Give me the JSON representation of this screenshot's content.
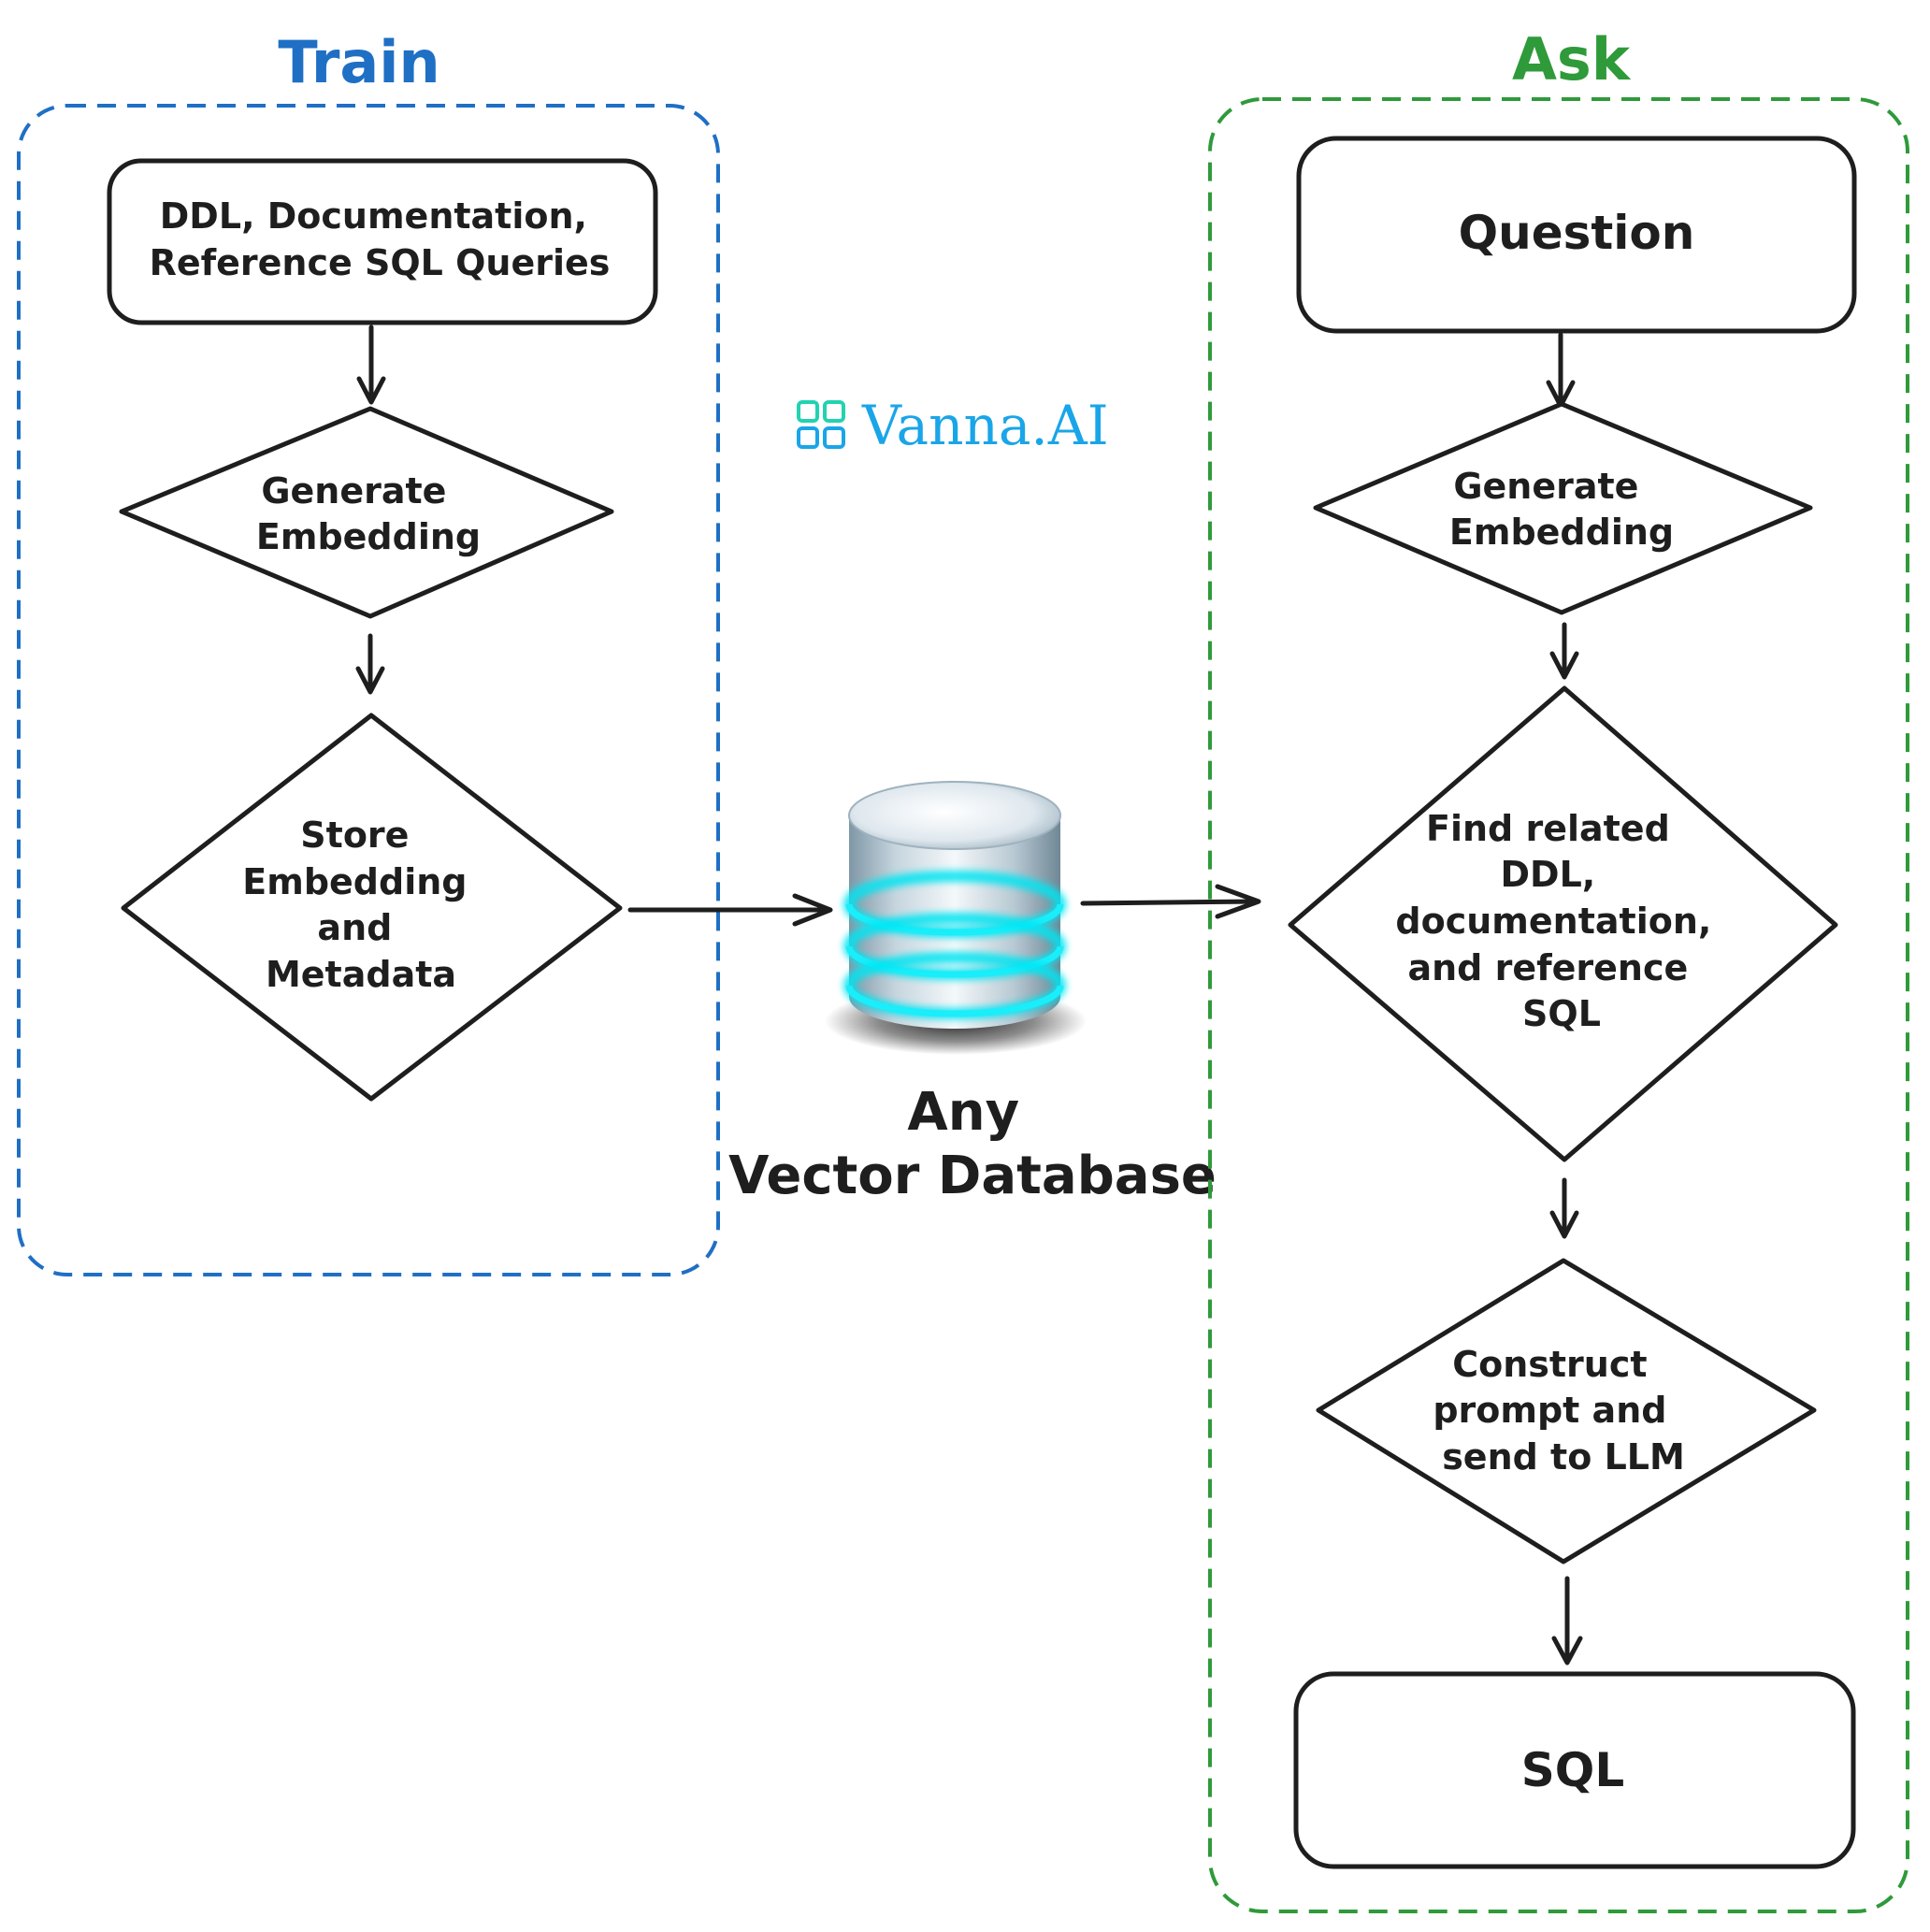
{
  "colors": {
    "train": "#1f6fc5",
    "ask": "#2f9a3a",
    "stroke": "#1e1e1e",
    "logo_teal": "#22d3b0",
    "logo_blue": "#1aa5e8"
  },
  "train": {
    "title": "Train",
    "input": [
      "DDL, Documentation,",
      "Reference SQL Queries"
    ],
    "embed": [
      "Generate",
      "Embedding"
    ],
    "store": [
      "Store",
      "Embedding",
      "and",
      "Metadata"
    ]
  },
  "center": {
    "logo_text": "Vanna.AI",
    "logo_icon": "grid-logo-icon",
    "db_icon": "database-cylinder-icon",
    "db_label": [
      "Any",
      "Vector Database"
    ]
  },
  "ask": {
    "title": "Ask",
    "question": "Question",
    "embed": [
      "Generate",
      "Embedding"
    ],
    "find": [
      "Find related",
      "DDL,",
      "documentation,",
      "and reference",
      "SQL"
    ],
    "construct": [
      "Construct",
      "prompt and",
      "send to LLM"
    ],
    "output": "SQL"
  }
}
